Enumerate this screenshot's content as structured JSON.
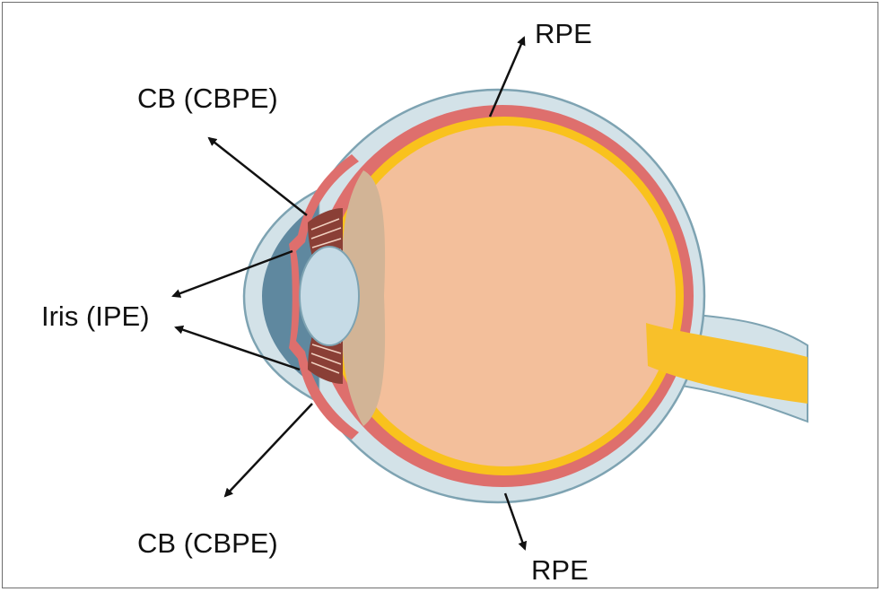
{
  "labels": {
    "rpe_top": "RPE",
    "cb_top": "CB (CBPE)",
    "iris": "Iris (IPE)",
    "cb_bottom": "CB (CBPE)",
    "rpe_bottom": "RPE"
  },
  "colors": {
    "sclera": "#d3e2e8",
    "sclera_edge": "#7ea3b2",
    "choroid": "#de6f6d",
    "retina": "#f9c21d",
    "vitreous": "#f3bf9b",
    "lens": "#c6dbe6",
    "anterior_chamber": "#5f889f",
    "ciliary": "#8a3f36",
    "optic_nerve": "#f8c02a",
    "arrow": "#111111"
  }
}
